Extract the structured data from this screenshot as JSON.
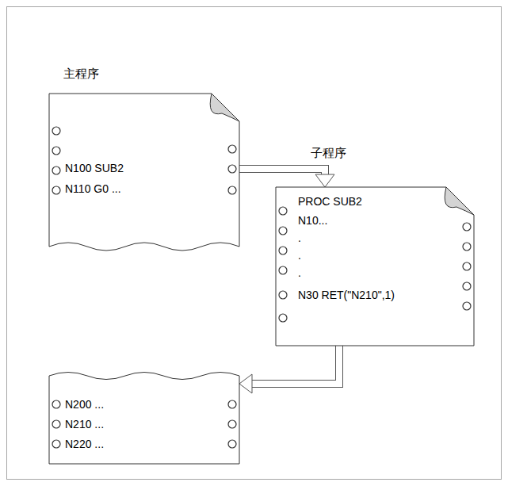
{
  "diagram": {
    "nodes": [
      {
        "text": [
          "主程序",
          "N100 SUB2",
          "N110 G0 ..."
        ]
      },
      {
        "text": [
          "子程序",
          "PROC SUB2",
          "N10...",
          ".",
          ".",
          ".",
          "N30 RET(\"N210\",1)"
        ]
      },
      {
        "text": [
          "N200 ...",
          "N210 ...",
          "N220 ..."
        ]
      }
    ],
    "edges": [
      {
        "from": 0,
        "to": 1,
        "arrow": "to"
      },
      {
        "from": 1,
        "to": 2,
        "arrow": "to"
      }
    ]
  }
}
